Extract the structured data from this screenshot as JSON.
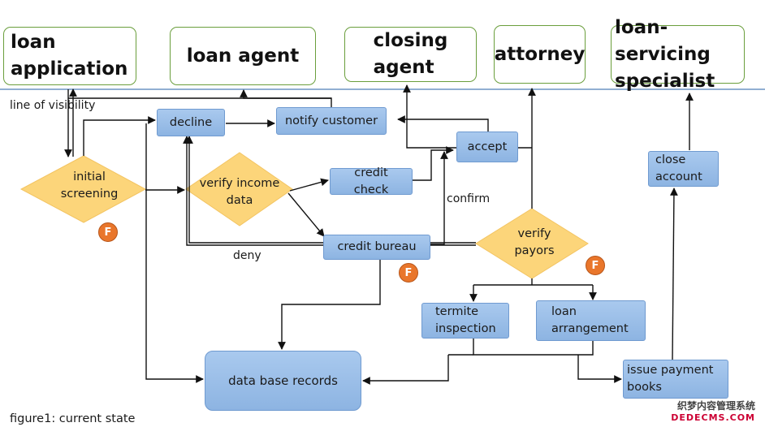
{
  "actors": {
    "loan_application": "loan\napplication",
    "loan_agent": "loan agent",
    "closing_agent": "closing\nagent",
    "attorney": "attorney",
    "loan_servicing_specialist": "loan-servicing\nspecialist"
  },
  "line_of_visibility": "line of visibility",
  "nodes": {
    "decline": "decline",
    "notify_customer": "notify customer",
    "accept": "accept",
    "credit_check": "credit check",
    "credit_bureau": "credit bureau",
    "close_account": "close\naccount",
    "termite_inspection": "termite\ninspection",
    "loan_arrangement": "loan\narrangement",
    "data_base_records": "data base records",
    "issue_payment_books": "issue payment\nbooks"
  },
  "decisions": {
    "initial_screening": "initial\nscreening",
    "verify_income_data": "verify income\ndata",
    "verify_payors": "verify\npayors"
  },
  "edge_labels": {
    "confirm": "confirm",
    "deny": "deny"
  },
  "fail_point_marker": "F",
  "caption": "figure1: current state",
  "watermark": {
    "line1": "织梦内容管理系统",
    "line2": "DEDECMS.COM"
  },
  "colors": {
    "actor_border": "#6a9e3c",
    "process_fill": "#8db4e2",
    "decision_fill": "#fcd57a",
    "fail_marker": "#e9762b",
    "visibility_line": "#4f7fb8"
  }
}
